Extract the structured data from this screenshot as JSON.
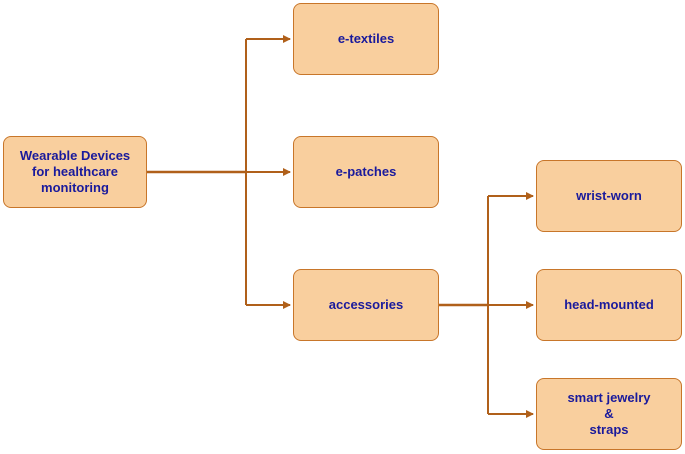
{
  "colors": {
    "node_fill": "#f9cf9e",
    "node_border": "#c8762a",
    "connector": "#b0601a",
    "text": "#1a1a9c"
  },
  "nodes": {
    "root": "Wearable Devices\nfor healthcare\nmonitoring",
    "e_textiles": "e-textiles",
    "e_patches": "e-patches",
    "accessories": "accessories",
    "wrist_worn": "wrist-worn",
    "head_mounted": "head-mounted",
    "smart_jewelry": "smart jewelry\n&\nstraps"
  }
}
